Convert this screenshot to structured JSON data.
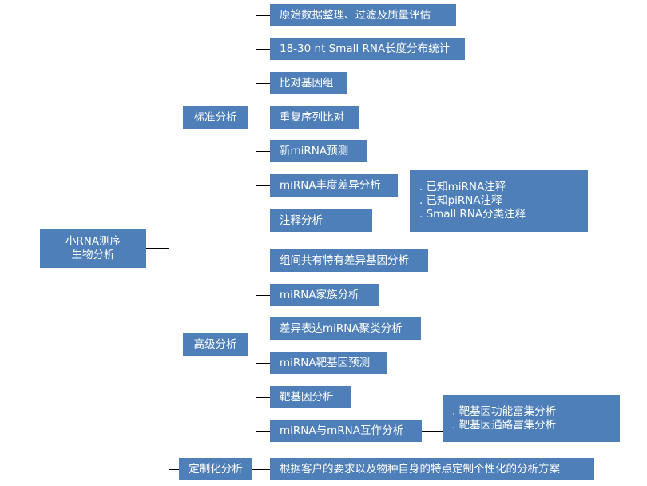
{
  "root": {
    "line1": "小RNA测序",
    "line2": "生物分析"
  },
  "categories": [
    {
      "label": "标准分析",
      "items": [
        "原始数据整理、过滤及质量评估",
        "18-30 nt Small RNA长度分布统计",
        "比对基因组",
        "重复序列比对",
        "新miRNA预测",
        "miRNA丰度差异分析",
        "注释分析"
      ]
    },
    {
      "label": "高级分析",
      "items": [
        "组间共有特有差异基因分析",
        "miRNA家族分析",
        "差异表达miRNA聚类分析",
        "miRNA靶基因预测",
        "靶基因分析",
        "miRNA与mRNA互作分析"
      ]
    },
    {
      "label": "定制化分析",
      "items": [
        "根据客户的要求以及物种自身的特点定制个性化的分析方案"
      ]
    }
  ],
  "notes": {
    "annotation": [
      ". 已知miRNA注释",
      ". 已知piRNA注释",
      ". Small RNA分类注释"
    ],
    "interaction": [
      ". 靶基因功能富集分析",
      ". 靶基因通路富集分析"
    ]
  },
  "colors": {
    "box": "#4e7fb8",
    "text": "#ffffff",
    "line": "#000000"
  }
}
